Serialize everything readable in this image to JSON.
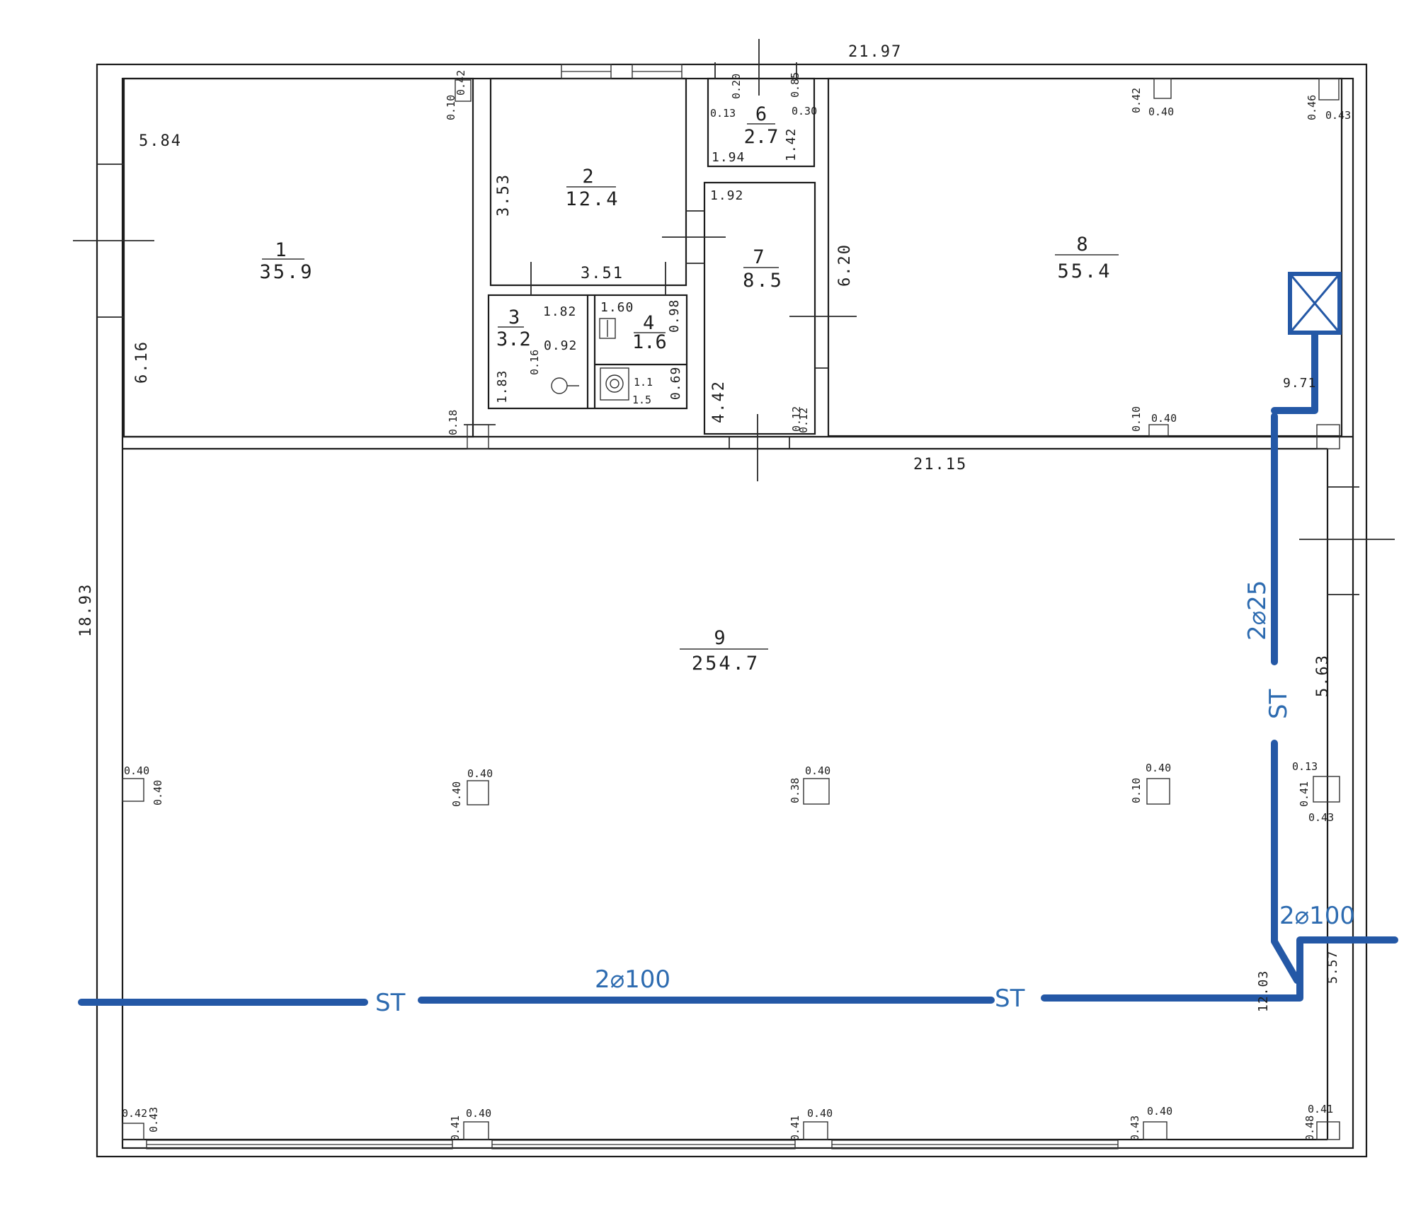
{
  "rooms": [
    {
      "id": "r1",
      "number": "1",
      "area": "35.9"
    },
    {
      "id": "r2",
      "number": "2",
      "area": "12.4"
    },
    {
      "id": "r3",
      "number": "3",
      "area": "3.2"
    },
    {
      "id": "r4",
      "number": "4",
      "area": "1.6"
    },
    {
      "id": "r6",
      "number": "6",
      "area": "2.7"
    },
    {
      "id": "r7",
      "number": "7",
      "area": "8.5"
    },
    {
      "id": "r8",
      "number": "8",
      "area": "55.4"
    },
    {
      "id": "r9",
      "number": "9",
      "area": "254.7"
    }
  ],
  "dimensions": {
    "top_total": "21.97",
    "inner_horizontal": "21.15",
    "left_total": "18.93",
    "r1_width": "5.84",
    "r1_height": "6.16",
    "r2_height": "3.53",
    "r2_width": "3.51",
    "r3_width": "1.82",
    "r3_depth": "0.92",
    "r3_height": "1.83",
    "r3_small": "0.16",
    "r4_width": "1.60",
    "r4_depth": "0.98",
    "r4_low": "0.69",
    "r4_inner": "1.1",
    "r4_bottom": "1.5",
    "r6_left": "0.13",
    "r6_top": "0.20",
    "r6_right": "0.30",
    "r6_topr": "0.85",
    "r6_width": "1.94",
    "r6_height": "1.42",
    "r7_width": "1.92",
    "r7_height": "4.42",
    "r7_corner": "0.12",
    "r8_height": "6.20",
    "r8_right_mid": "9.71",
    "right_a": "5.63",
    "right_b": "5.57",
    "right_c": "12.03",
    "col_0.10": "0.10",
    "col_0.12": "0.12",
    "col_0.18": "0.18",
    "col_0.40": "0.40",
    "col_0.42": "0.42",
    "col_0.46": "0.46",
    "col_0.43": "0.43",
    "col_0.41": "0.41",
    "col_0.38": "0.38",
    "col_0.13": "0.13",
    "col_0.48": "0.48"
  },
  "utility": {
    "st": "ST",
    "pipe_vertical": "2⌀25",
    "pipe_horizontal": "2⌀100",
    "pipe_entry": "2⌀100",
    "color": "#2458a6"
  }
}
